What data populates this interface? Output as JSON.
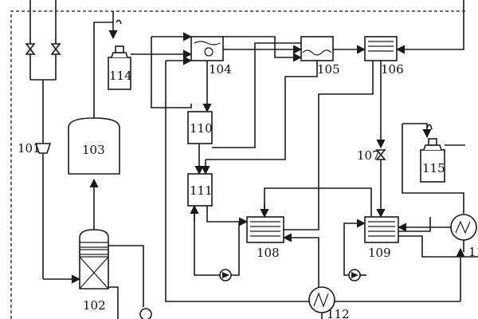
{
  "diagram": {
    "labels": {
      "l101": "101",
      "l102": "102",
      "l103": "103",
      "l104": "104",
      "l105": "105",
      "l106": "106",
      "l107": "107",
      "l108": "108",
      "l109": "109",
      "l110": "110",
      "l111": "111",
      "l112": "112",
      "l114": "114",
      "l115": "115",
      "l116": "11"
    }
  }
}
